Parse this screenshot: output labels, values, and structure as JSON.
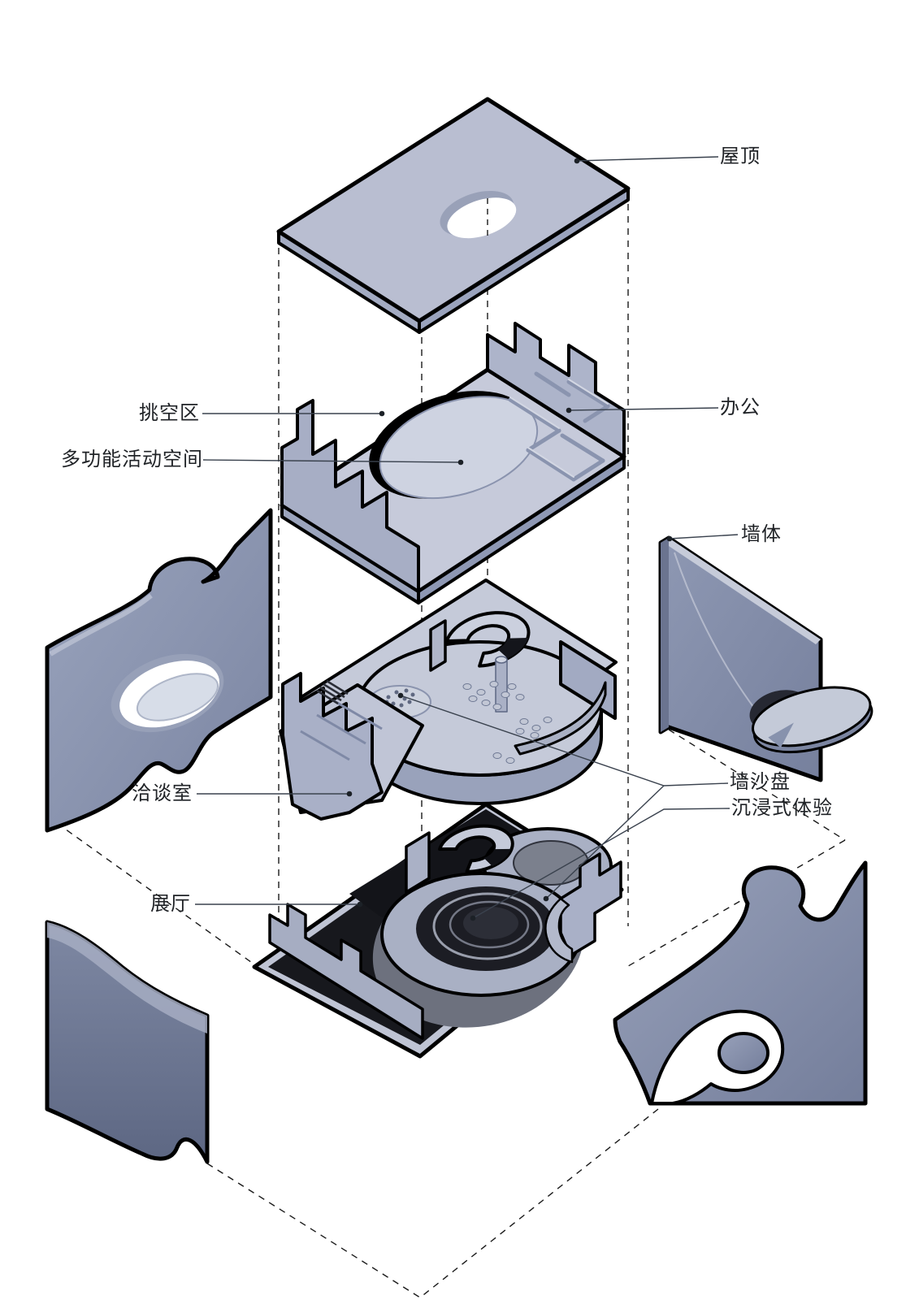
{
  "labels": {
    "roof": "屋顶",
    "void_area": "挑空区",
    "multifunction_space": "多功能活动空间",
    "office": "办公",
    "wall": "墙体",
    "negotiation_room": "洽谈室",
    "wall_sand_table": "墙沙盘",
    "immersive_experience": "沉浸式体验",
    "exhibition_hall": "展厅"
  },
  "colors": {
    "background": "#ffffff",
    "slab_top": "#b9bed1",
    "slab_side": "#99a3bc",
    "floor_plate": "#c6cada",
    "wall_face": "#a9b0c7",
    "wall_panel": "#8a93ae",
    "wall_panel_dark": "#717a94",
    "dark_floor": "#17181d",
    "outline": "#000000",
    "leader_line": "#3a424e",
    "label_text": "#1f2226"
  }
}
